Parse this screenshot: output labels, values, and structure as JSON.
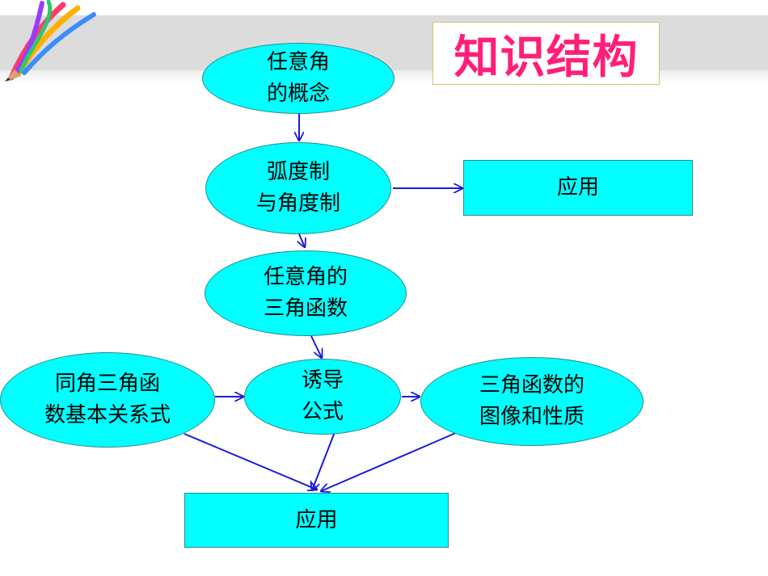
{
  "title": "知识结构",
  "colors": {
    "node_fill": "#00ffff",
    "node_stroke": "#2a8c8c",
    "arrow": "#1a1adc",
    "title": "#ff1f7a",
    "header_band": "#dcdcdc"
  },
  "icons": [
    "colored-pencils-icon"
  ],
  "nodes": {
    "arbitrary_angle_concept": "任意角\n的概念",
    "radian_degree": "弧度制\n与角度制",
    "application_right": "应用",
    "trig_functions_arbitrary_angle": "任意角的\n三角函数",
    "same_angle_relations": "同角三角函\n数基本关系式",
    "induction_formulas": "诱导\n公式",
    "graph_properties": "三角函数的\n图像和性质",
    "application_bottom": "应用"
  },
  "edges": [
    [
      "arbitrary_angle_concept",
      "radian_degree"
    ],
    [
      "radian_degree",
      "application_right"
    ],
    [
      "radian_degree",
      "trig_functions_arbitrary_angle"
    ],
    [
      "trig_functions_arbitrary_angle",
      "induction_formulas"
    ],
    [
      "same_angle_relations",
      "induction_formulas"
    ],
    [
      "induction_formulas",
      "graph_properties"
    ],
    [
      "same_angle_relations",
      "application_bottom"
    ],
    [
      "induction_formulas",
      "application_bottom"
    ],
    [
      "graph_properties",
      "application_bottom"
    ]
  ]
}
